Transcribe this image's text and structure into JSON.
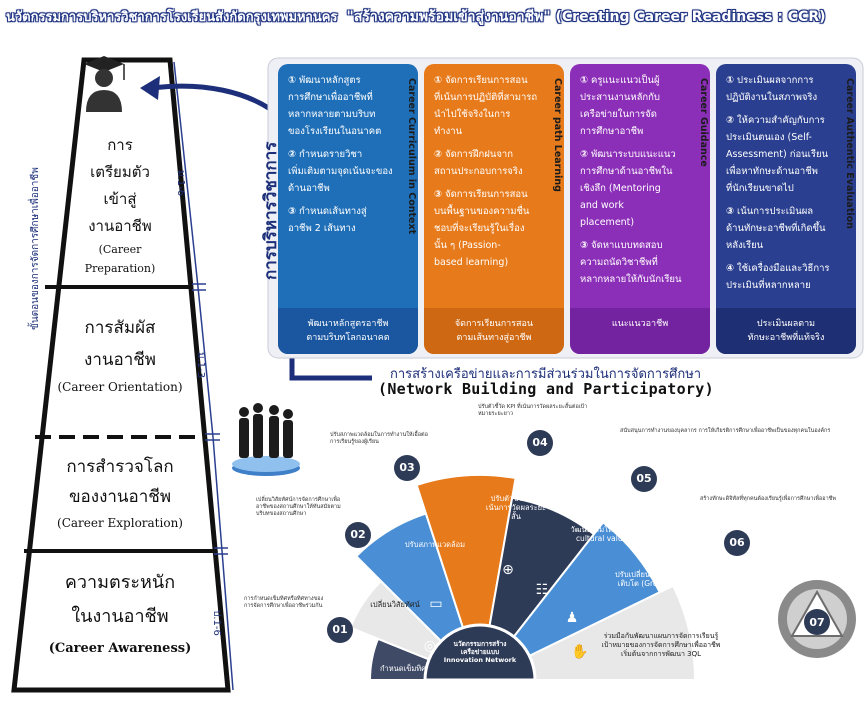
{
  "banner": {
    "thai": "นวัตกรรมการบริหารวิชาการโรงเรียนสังกัดกรุงเทพมหานคร",
    "quote": "\"สร้างความพร้อมเข้าสู่งานอาชีพ\" (Creating Career Readiness : CCR)"
  },
  "pyramid": {
    "side_label": "ขั้นตอนของการจัดการศึกษาเพื่ออาชีพ",
    "stages": [
      {
        "th": [
          "การ",
          "เตรียมตัว",
          "เข้าสู่",
          "งานอาชีพ"
        ],
        "en": [
          "(Career",
          "Preparation)"
        ],
        "grade": "ม.1-6"
      },
      {
        "th": [
          "การสัมผัส",
          "งานอาชีพ"
        ],
        "en": [
          "(Career Orientation)"
        ],
        "grade": "ม.1-3"
      },
      {
        "th": [
          "การสำรวจโลก",
          "ของงานอาชีพ"
        ],
        "en": [
          "(Career Exploration)"
        ],
        "grade": ""
      },
      {
        "th": [
          "ความตระหนัก",
          "ในงานอาชีพ"
        ],
        "en": [
          "(Career Awareness)"
        ],
        "grade": "ป.1-6"
      }
    ],
    "icon": "graduate-icon"
  },
  "admin_label": "การบริหารวิชาการ",
  "cards": [
    {
      "color": "#1f6fb8",
      "foot_color": "#1a57a0",
      "side": "Career Curriculum in Context",
      "items": [
        {
          "num": "①",
          "text": [
            "พัฒนาหลักสูตร",
            "การศึกษาเพื่ออาชีพที่",
            "หลากหลายตามบริบท",
            "ของโรงเรียนในอนาคต"
          ]
        },
        {
          "num": "②",
          "text": [
            "กำหนดรายวิชา",
            "เพิ่มเติมตามจุดเน้นจะของ",
            "ด้านอาชีพ"
          ]
        },
        {
          "num": "③",
          "text": [
            "กำหนดเส้นทางสู่",
            "อาชีพ 2 เส้นทาง"
          ]
        }
      ],
      "foot": [
        "พัฒนาหลักสูตรอาชีพ",
        "ตามบริบทโลกอนาคต"
      ]
    },
    {
      "color": "#e77a1b",
      "foot_color": "#cf6812",
      "side": "Career path Learning",
      "items": [
        {
          "num": "①",
          "text": [
            "จัดการเรียนการสอน",
            "ที่เน้นการปฏิบัติที่สามารถ",
            "นำไปใช้จริงในการ",
            "ทำงาน"
          ]
        },
        {
          "num": "②",
          "text": [
            "จัดการฝึกฝนจาก",
            "สถานประกอบการจริง"
          ]
        },
        {
          "num": "③",
          "text": [
            "จัดการเรียนการสอน",
            "บนพื้นฐานของความชื่น",
            "ชอบที่จะเรียนรู้ในเรื่อง",
            "นั้น ๆ (Passion-",
            "based learning)"
          ]
        }
      ],
      "foot": [
        "จัดการเรียนการสอน",
        "ตามเส้นทางสู่อาชีพ"
      ]
    },
    {
      "color": "#8c2fb8",
      "foot_color": "#7322a0",
      "side": "Career Guidance",
      "items": [
        {
          "num": "①",
          "text": [
            "ครูแนะแนวเป็นผู้",
            "ประสานงานหลักกับ",
            "เครือข่ายในการจัด",
            "การศึกษาอาชีพ"
          ]
        },
        {
          "num": "②",
          "text": [
            "พัฒนาระบบแนะแนว",
            "การศึกษาด้านอาชีพใน",
            "เชิงลึก (Mentoring",
            "and work",
            "placement)"
          ]
        },
        {
          "num": "③",
          "text": [
            "จัดหาแบบทดสอบ",
            "ความถนัดวิชาชีพที่",
            "หลากหลายให้กับนักเรียน"
          ]
        }
      ],
      "foot": [
        "แนะแนวอาชีพ"
      ]
    },
    {
      "color": "#2a3f8f",
      "foot_color": "#1f2f73",
      "side": "Career Authentic Evaluation",
      "items": [
        {
          "num": "①",
          "text": [
            "ประเมินผลจากการ",
            "ปฏิบัติงานในสภาพจริง"
          ]
        },
        {
          "num": "②",
          "text": [
            "ให้ความสำคัญกับการ",
            "ประเมินตนเอง (Self-",
            "Assessment) ก่อนเรียน",
            "เพื่อหาทักษะด้านอาชีพ",
            "ที่นักเรียนขาดไป"
          ]
        },
        {
          "num": "③",
          "text": [
            "เน้นการประเมินผล",
            "ด้านทักษะอาชีพที่เกิดขึ้น",
            "หลังเรียน"
          ]
        },
        {
          "num": "④",
          "text": [
            "ใช้เครื่องมือและวิธีการ",
            "ประเมินที่หลากหลาย"
          ]
        }
      ],
      "foot": [
        "ประเมินผลตาม",
        "ทักษะอาชีพที่แท้จริง"
      ]
    }
  ],
  "network": {
    "thai": "การสร้างเครือข่ายและการมีส่วนร่วมในการจัดการศึกษา",
    "english": "(Network Building and Participatory)"
  },
  "fan": {
    "center": [
      "นวัตกรรมการสร้าง",
      "เครือข่ายแบบ",
      "Innovation Network"
    ],
    "segments": [
      {
        "num": "01",
        "label": "กำหนดเข็มทิศ",
        "note": "การกำหนดเข็มทิศหรือทิศทางของการจัดการศึกษาเพื่ออาชีพร่วมกัน"
      },
      {
        "num": "02",
        "label": "เปลี่ยนวิสัยทัศน์",
        "note": "เปลี่ยนวิสัยทัศน์การจัดการศึกษาเพื่ออาชีพของสถานศึกษาให้ทันสมัยตามบริบทของสถานศึกษา"
      },
      {
        "num": "03",
        "label": "ปรับสภาพแวดล้อม",
        "note": "ปรับสภาพแวดล้อมในการทำงานให้เอื้อต่อการเรียนรู้ของผู้เรียน"
      },
      {
        "num": "04",
        "label": "ปรับตัวชี้วัด KPI เน้นการวัดผลระยะสั้น",
        "note": "ปรับตัวชี้วัด KPI ที่เน้นการวัดผลระยะสั้นต่อเป้าหมายระยะยาว"
      },
      {
        "num": "05",
        "label": "ปรับค่านิยมให้เป็นวัฒนธรรมใหม่ (New cultural values)",
        "note": "สนับสนุนการทำงานของบุคลากร การให้เกียรติการศึกษาเพื่ออาชีพเป็นของทุกคนในองค์กร"
      },
      {
        "num": "06",
        "label": "ปรับเปลี่ยนกรอบความคิดการเติบโต (Growth Mindset)",
        "note": "สร้างทักษะดิจิทัลที่ทุกคนต้องเรียนรู้เพื่อการศึกษาเพื่ออาชีพ"
      },
      {
        "num": "07",
        "label": "ร่วมมือกันพัฒนาแผนการจัดการเรียนรู้เป้าหมายของการจัดการศึกษาเพื่ออาชีพเริ่มต้นจากการพัฒนา 3QL",
        "note": ""
      }
    ],
    "icons": [
      "target-icon",
      "laptop-icon",
      "globe-icon",
      "team-icon",
      "user-icon",
      "handshake-icon"
    ]
  },
  "colors": {
    "navy": "#2a3f8f",
    "banner_outline": "#1d2f7a",
    "fan_dark": "#2e3b57",
    "fan_blue": "#4a8fd6",
    "fan_orange": "#e77a1b",
    "fan_light": "#e8e8e8"
  }
}
